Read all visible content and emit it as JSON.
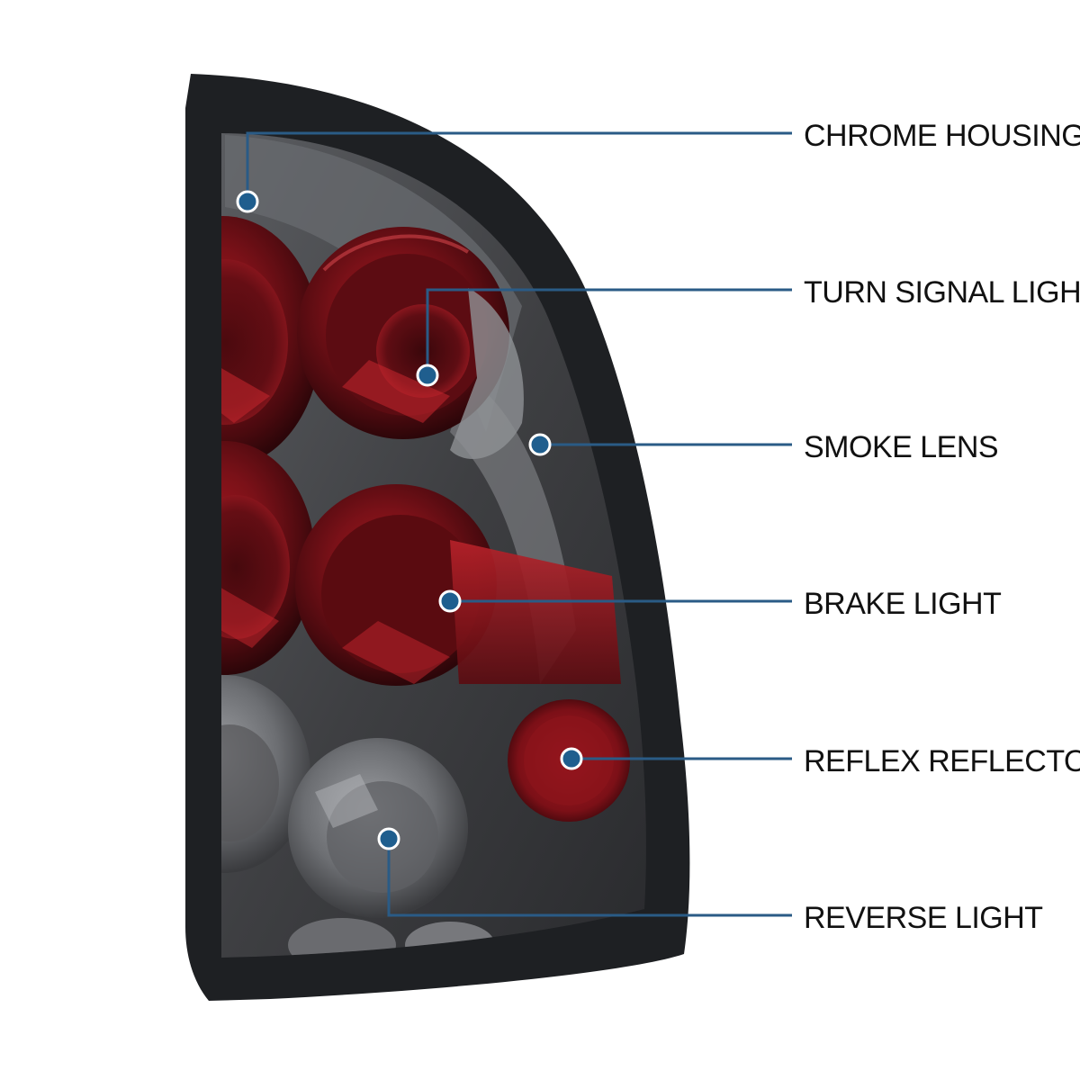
{
  "colors": {
    "background": "#ffffff",
    "leader_line": "#2a5b86",
    "dot_fill": "#1f5e8e",
    "dot_ring": "#ffffff",
    "housing_frame": "#1e2023",
    "smoke": "#4a4b4e",
    "lens_red": "#6e1016",
    "lens_red_highlight": "#c0242c",
    "clear_lens": "#8a8b8e"
  },
  "callouts": [
    {
      "id": "chrome-housing",
      "label": "CHROME HOUSING"
    },
    {
      "id": "turn-signal-light",
      "label": "TURN SIGNAL LIGHT"
    },
    {
      "id": "smoke-lens",
      "label": "SMOKE LENS"
    },
    {
      "id": "brake-light",
      "label": "BRAKE LIGHT"
    },
    {
      "id": "reflex-reflector",
      "label": "REFLEX REFLECTOR"
    },
    {
      "id": "reverse-light",
      "label": "REVERSE LIGHT"
    }
  ]
}
